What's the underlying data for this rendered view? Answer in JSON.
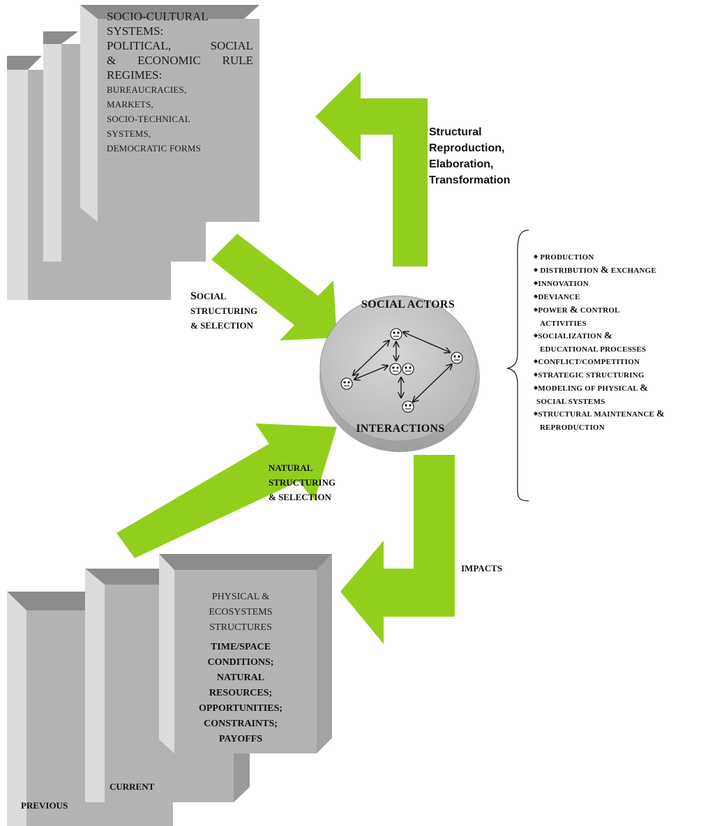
{
  "socio_cultural": {
    "line1": "SOCIO-CULTURAL",
    "line2": "SYSTEMS:",
    "line3": "POLITICAL, SOCIAL",
    "line4": "& ECONOMIC RULE",
    "line5": "REGIMES:",
    "line6": "BUREAUCRACIES,",
    "line7": "MARKETS,",
    "line8": "SOCIO-TECHNICAL",
    "line9": "SYSTEMS,",
    "line10": "DEMOCRATIC FORMS"
  },
  "physical": {
    "line1": "PHYSICAL &",
    "line2": "ECOSYSTEMS",
    "line3": "STRUCTURES",
    "line4": "TIME/SPACE",
    "line5": "CONDITIONS;",
    "line6": "NATURAL",
    "line7": "RESOURCES;",
    "line8": "OPPORTUNITIES;",
    "line9": "CONSTRAINTS;",
    "line10": "PAYOFFS"
  },
  "labels": {
    "structural1": "Structural",
    "structural2": "Reproduction,",
    "structural3": "Elaboration,",
    "structural4": "Transformation",
    "social_s": "S",
    "social_rest": "OCIAL",
    "social2": "STRUCTURING",
    "social3": "& SELECTION",
    "natural1": "NATURAL",
    "natural2": "STRUCTURING",
    "natural3": "& SELECTION",
    "impacts": "IMPACTS",
    "previous": "PREVIOUS",
    "current": "CURRENT"
  },
  "center": {
    "title": "SOCIAL ACTORS",
    "bottom": "INTERACTIONS"
  },
  "activities": {
    "bullet": "◆",
    "i1": "PRODUCTION",
    "i2a": "DISTRIBUTION ",
    "i2amp": "&",
    "i2b": " EXCHANGE",
    "i3": "INNOVATION",
    "i4": "DEVIANCE",
    "i5a": "POWER ",
    "i5amp": "&",
    "i5b": " CONTROL",
    "i5c": "ACTIVITIES",
    "i6a": "SOCIALIZATION ",
    "i6amp": "&",
    "i6b": "EDUCATIONAL PROCESSES",
    "i7": "CONFLICT/COMPETITION",
    "i8": "STRATEGIC STRUCTURING",
    "i9a": "MODELING OF PHYSICAL ",
    "i9amp": "&",
    "i9b": "SOCIAL SYSTEMS",
    "i10a": "STRUCTURAL MAINTENANCE ",
    "i10amp": "&",
    "i10b": "REPRODUCTION"
  },
  "colors": {
    "arrow_green": "#92cf1c",
    "box_front": "#b3b3b3",
    "box_top": "#8c8c8c",
    "box_side": "#dadada",
    "disc": "#c4c4c4"
  }
}
